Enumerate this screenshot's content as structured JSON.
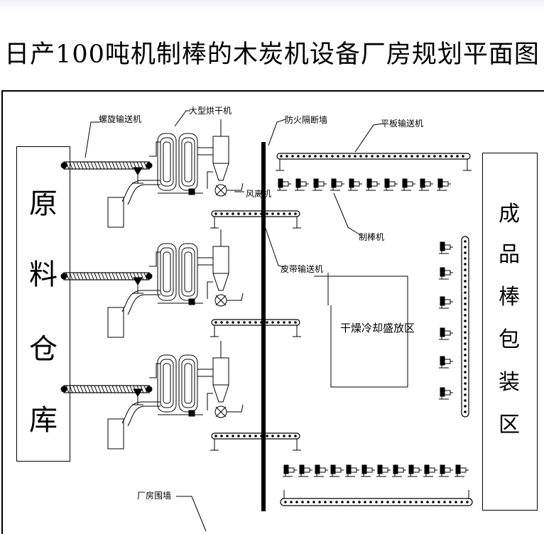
{
  "title": "日产100吨机制棒的木炭机设备厂房规划平面图",
  "areas": {
    "warehouse_chars": [
      "原",
      "料",
      "仓",
      "库"
    ],
    "packaging_chars": [
      "成",
      "品",
      "棒",
      "包",
      "装",
      "区"
    ],
    "drying_cooling": "干燥冷却盛放区"
  },
  "labels": {
    "screw_conveyor": "螺旋输送机",
    "dryer": "大型烘干机",
    "fire_wall": "防火隔断墙",
    "plate_conveyor": "平板输送机",
    "fan": "风离机",
    "rod_machine": "制棒机",
    "belt_conveyor": "皮带输送机",
    "factory_wall": "厂房围墙"
  }
}
